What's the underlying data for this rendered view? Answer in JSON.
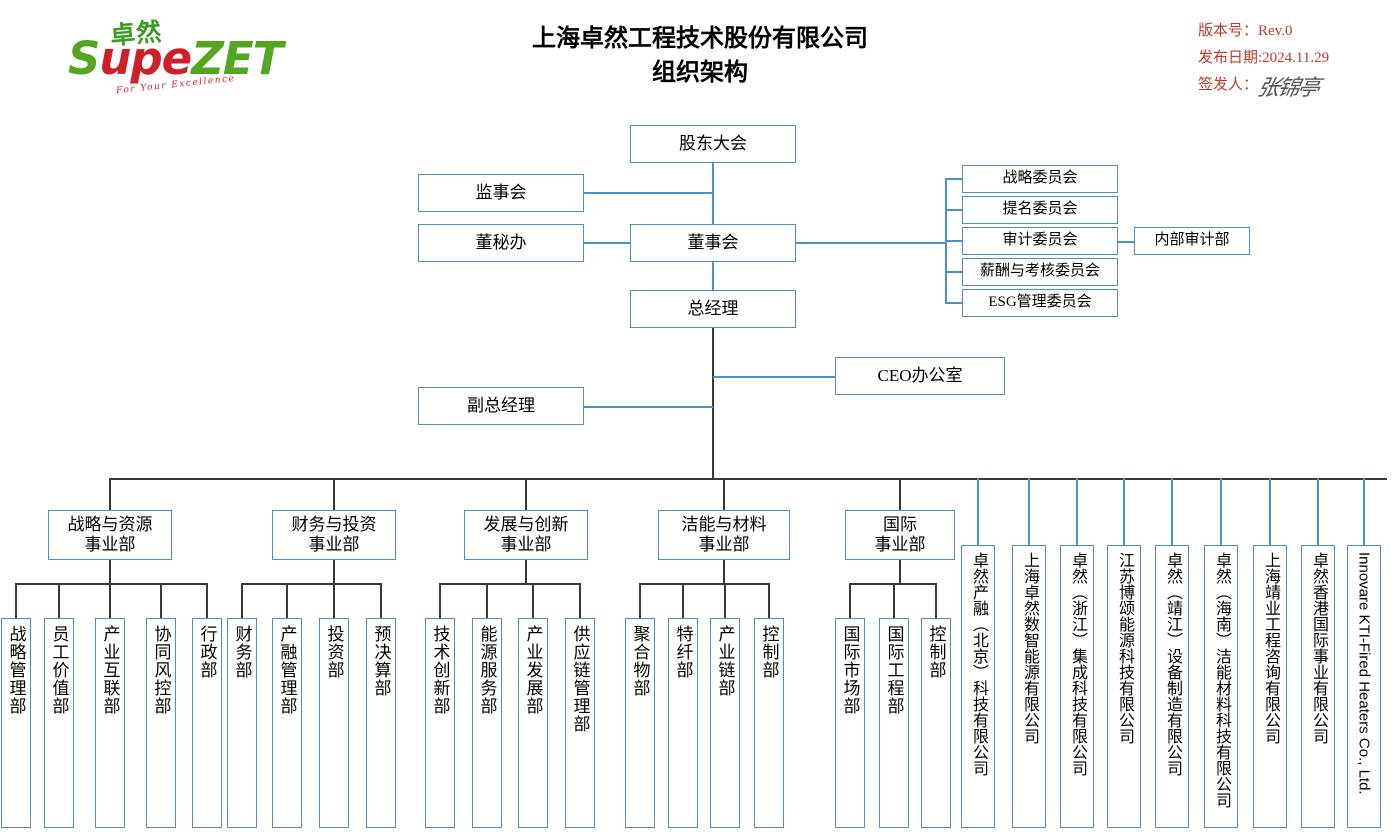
{
  "header": {
    "logo": {
      "cn": "卓然",
      "main_green_1": "Supe",
      "main_red": "",
      "main_green_2": "ZET",
      "tagline": "For Your Excellence"
    },
    "title_line1": "上海卓然工程技术股份有限公司",
    "title_line2": "组织架构",
    "meta": {
      "version_label": "版本号：Rev.0",
      "date_label": "发布日期:2024.11.29",
      "issuer_label": "签发人：",
      "signature": "张锦亭",
      "color": "#c0392b"
    }
  },
  "colors": {
    "box_border": "#4a90cd",
    "connector_dark": "#3a3a3a",
    "connector_blue": "#4a90cd",
    "title_text": "#000000",
    "logo_green": "#53a61f",
    "logo_red": "#cf2027"
  },
  "top_nodes": {
    "shareholders": "股东大会",
    "supervisory": "监事会",
    "board_secretary": "董秘办",
    "board": "董事会",
    "general_manager": "总经理",
    "deputy_general_manager": "副总经理",
    "ceo_office": "CEO办公室"
  },
  "committees": [
    "战略委员会",
    "提名委员会",
    "审计委员会",
    "薪酬与考核委员会",
    "ESG管理委员会"
  ],
  "audit_child": "内部审计部",
  "divisions": [
    {
      "name_line1": "战略与资源",
      "name_line2": "事业部",
      "departments": [
        "战略管理部",
        "员工价值部",
        "产业互联部",
        "协同风控部",
        "行政部"
      ]
    },
    {
      "name_line1": "财务与投资",
      "name_line2": "事业部",
      "departments": [
        "财务部",
        "产融管理部",
        "投资部",
        "预决算部"
      ]
    },
    {
      "name_line1": "发展与创新",
      "name_line2": "事业部",
      "departments": [
        "技术创新部",
        "能源服务部",
        "产业发展部",
        "供应链管理部"
      ]
    },
    {
      "name_line1": "洁能与材料",
      "name_line2": "事业部",
      "departments": [
        "聚合物部",
        "特纤部",
        "产业链部",
        "控制部"
      ]
    },
    {
      "name_line1": "国际",
      "name_line2": "事业部",
      "departments": [
        "国际市场部",
        "国际工程部",
        "控制部"
      ]
    }
  ],
  "subsidiaries": [
    "卓然产融（北京）科技有限公司",
    "上海卓然数智能源有限公司",
    "卓然（浙江）集成科技有限公司",
    "江苏博颂能源科技有限公司",
    "卓然（靖江）设备制造有限公司",
    "卓然（海南）洁能材料科技有限公司",
    "上海靖业工程咨询有限公司",
    "卓然香港国际事业有限公司",
    "Innovare KTI-Fired Heaters Co., Ltd."
  ]
}
